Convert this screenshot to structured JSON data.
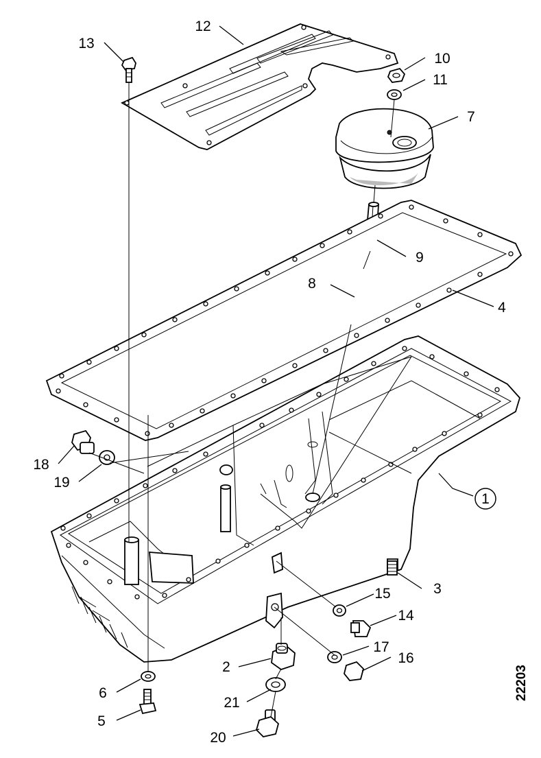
{
  "labels": {
    "l1": "1",
    "l2": "2",
    "l3": "3",
    "l4": "4",
    "l5": "5",
    "l6": "6",
    "l7": "7",
    "l8": "8",
    "l9": "9",
    "l10": "10",
    "l11": "11",
    "l12": "12",
    "l13": "13",
    "l14": "14",
    "l15": "15",
    "l16": "16",
    "l17": "17",
    "l18": "18",
    "l19": "19",
    "l20": "20",
    "l21": "21"
  },
  "reference_number": "22203"
}
